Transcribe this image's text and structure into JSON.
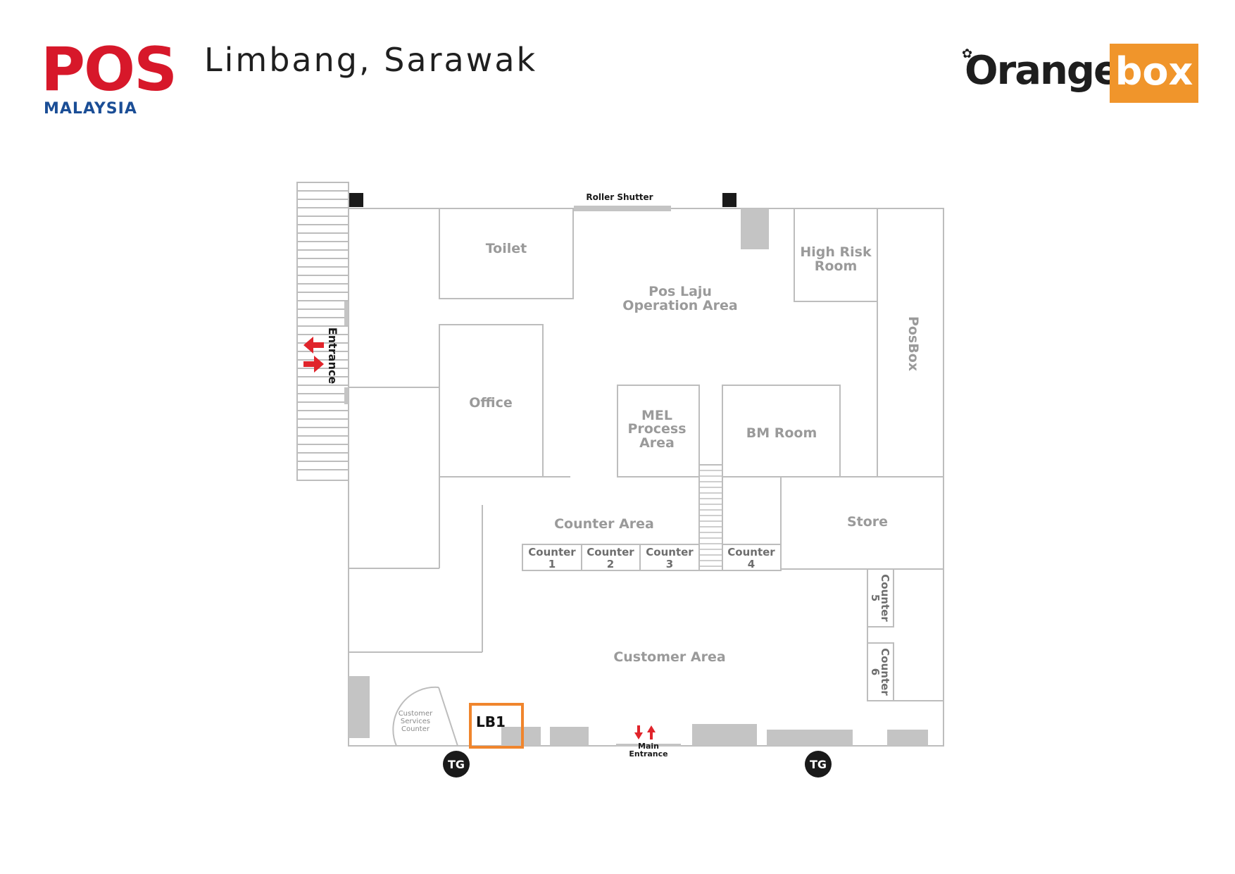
{
  "header": {
    "location_title": "Limbang, Sarawak",
    "pos_logo_text": "POS",
    "pos_logo_subtext": "MALAYSIA",
    "orangebox_logo_word": "Orange",
    "orangebox_logo_box": "box"
  },
  "floorplan": {
    "rooms": {
      "toilet": "Toilet",
      "operation_line1": "Pos Laju",
      "operation_line2": "Operation Area",
      "high_risk_line1": "High Risk",
      "high_risk_line2": "Room",
      "posbox": "PosBox",
      "office": "Office",
      "mel_line1": "MEL",
      "mel_line2": "Process",
      "mel_line3": "Area",
      "bm_room": "BM Room",
      "store": "Store",
      "counter_area": "Counter Area",
      "customer_area": "Customer Area"
    },
    "counters": {
      "c1_word": "Counter",
      "c1_num": "1",
      "c2_word": "Counter",
      "c2_num": "2",
      "c3_word": "Counter",
      "c3_num": "3",
      "c4_word": "Counter",
      "c4_num": "4",
      "c5_word": "Counter",
      "c5_num": "5",
      "c6_word": "Counter",
      "c6_num": "6"
    },
    "labels": {
      "roller_shutter": "Roller Shutter",
      "entrance": "Entrance",
      "main_entrance_line1": "Main",
      "main_entrance_line2": "Entrance",
      "customer_services_line1": "Customer",
      "customer_services_line2": "Services",
      "customer_services_line3": "Counter",
      "locker": "LB1",
      "tg_left": "TG",
      "tg_right": "TG"
    },
    "colors": {
      "wall": "#bdbdbd",
      "room_text": "#9a9a9a",
      "counter_text": "#6e6e6e",
      "fixture": "#c4c4c4",
      "arrow": "#e0242b",
      "locker_outline": "#f0852d",
      "marker": "#1a1a1a"
    }
  }
}
